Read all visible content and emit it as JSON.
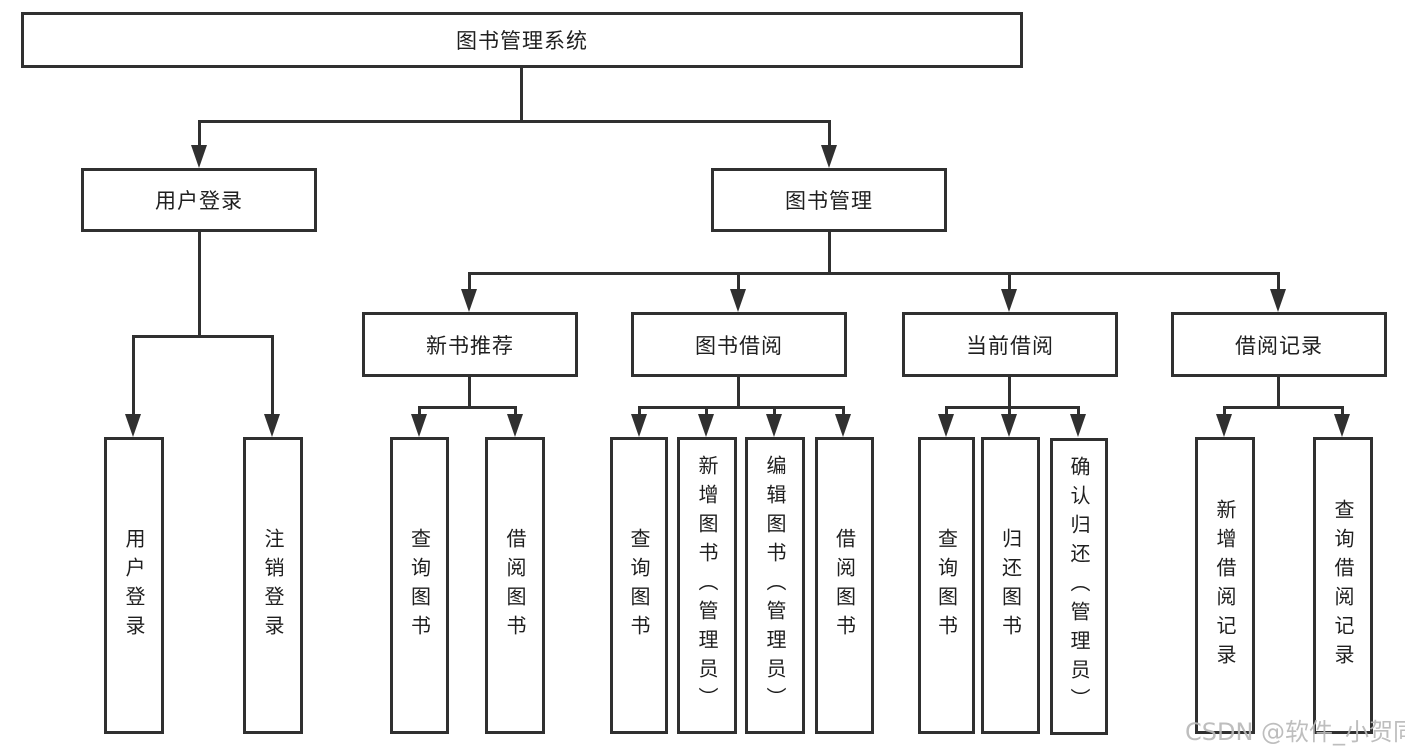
{
  "diagram": {
    "title": "图书管理系统",
    "root": {
      "label": "图书管理系统"
    },
    "level2": {
      "user_login": {
        "label": "用户登录"
      },
      "book_mgmt": {
        "label": "图书管理"
      }
    },
    "level3": {
      "new_book": {
        "label": "新书推荐"
      },
      "book_borrow": {
        "label": "图书借阅"
      },
      "current_borrow": {
        "label": "当前借阅"
      },
      "borrow_record": {
        "label": "借阅记录"
      }
    },
    "leaves": {
      "user_login": [
        "用户登录",
        "注销登录"
      ],
      "new_book": [
        "查询图书",
        "借阅图书"
      ],
      "book_borrow": [
        "查询图书",
        "新增图书（管理员）",
        "编辑图书（管理员）",
        "借阅图书"
      ],
      "current_borrow": [
        "查询图书",
        "归还图书",
        "确认归还（管理员）"
      ],
      "borrow_record": [
        "新增借阅记录",
        "查询借阅记录"
      ]
    },
    "line_color": "#303030",
    "watermark_color": "#b9b9b9"
  },
  "watermark": {
    "text": "CSDN @软件_小贺同学"
  }
}
